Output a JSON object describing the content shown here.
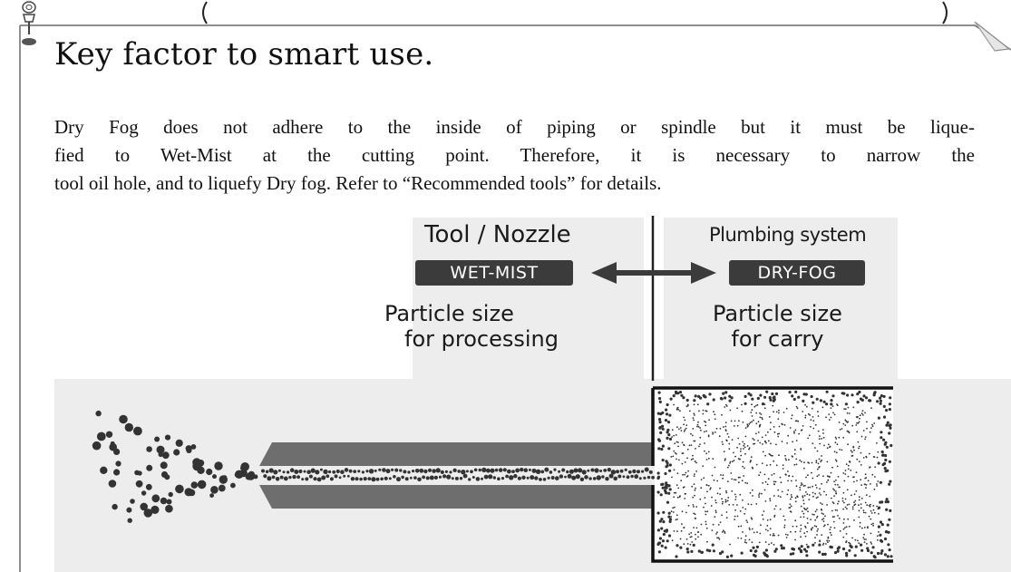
{
  "heading": "Key factor to smart use.",
  "paragraph_lines": [
    "Dry Fog does not adhere to the inside of piping or spindle but it must be lique-",
    "fied to Wet-Mist at the cutting point. Therefore, it is necessary to narrow the",
    "tool oil hole, and to liquefy Dry fog. Refer to “Recommended tools” for details."
  ],
  "left_side": {
    "label": "Tool / Nozzle",
    "badge": "WET-MIST",
    "caption_line1": "Particle size",
    "caption_line2": "for processing"
  },
  "right_side": {
    "label": "Plumbing system",
    "badge": "DRY-FOG",
    "caption_line1": "Particle size",
    "caption_line2": "for carry"
  },
  "icons": {
    "pushpin": "pushpin-icon",
    "page_corner": "page-curl-corner",
    "arrow": "double-headed-arrow"
  },
  "colors": {
    "badge_bg": "#3b3b3b",
    "badge_text": "#ffffff",
    "diagram_panel": "#eeeeee",
    "nozzle": "#6e6e6e",
    "particle": "#333333"
  }
}
